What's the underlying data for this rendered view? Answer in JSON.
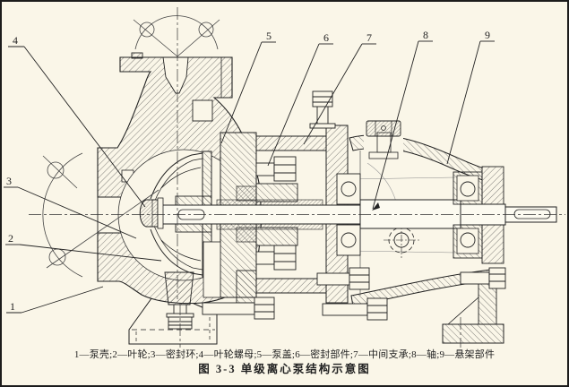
{
  "figure": {
    "parts_line": "1—泵壳;2—叶轮;3—密封环;4—叶轮螺母;5—泵盖;6—密封部件;7—中间支承;8—轴;9—悬架部件",
    "title": "图 3-3  单级离心泵结构示意图"
  },
  "parts": [
    {
      "num": "1",
      "name": "泵壳"
    },
    {
      "num": "2",
      "name": "叶轮"
    },
    {
      "num": "3",
      "name": "密封环"
    },
    {
      "num": "4",
      "name": "叶轮螺母"
    },
    {
      "num": "5",
      "name": "泵盖"
    },
    {
      "num": "6",
      "name": "密封部件"
    },
    {
      "num": "7",
      "name": "中间支承"
    },
    {
      "num": "8",
      "name": "轴"
    },
    {
      "num": "9",
      "name": "悬架部件"
    }
  ],
  "colors": {
    "paper": "#faf6e8",
    "ink": "#2b2b2b"
  }
}
